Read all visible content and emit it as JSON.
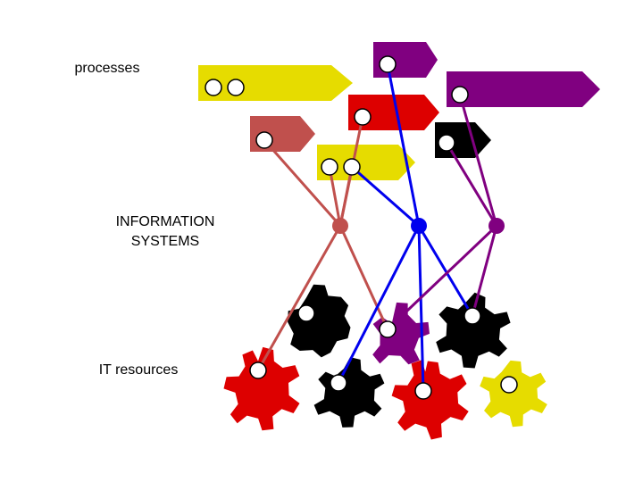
{
  "labels": {
    "processes": "processes",
    "information_systems_line1": "INFORMATION",
    "information_systems_line2": "SYSTEMS",
    "it_resources": "IT resources"
  },
  "colors": {
    "yellow": "#e6dc00",
    "purple": "#800080",
    "red": "#dd0000",
    "brick": "#c0504d",
    "black": "#000000",
    "blue": "#0000ee"
  }
}
